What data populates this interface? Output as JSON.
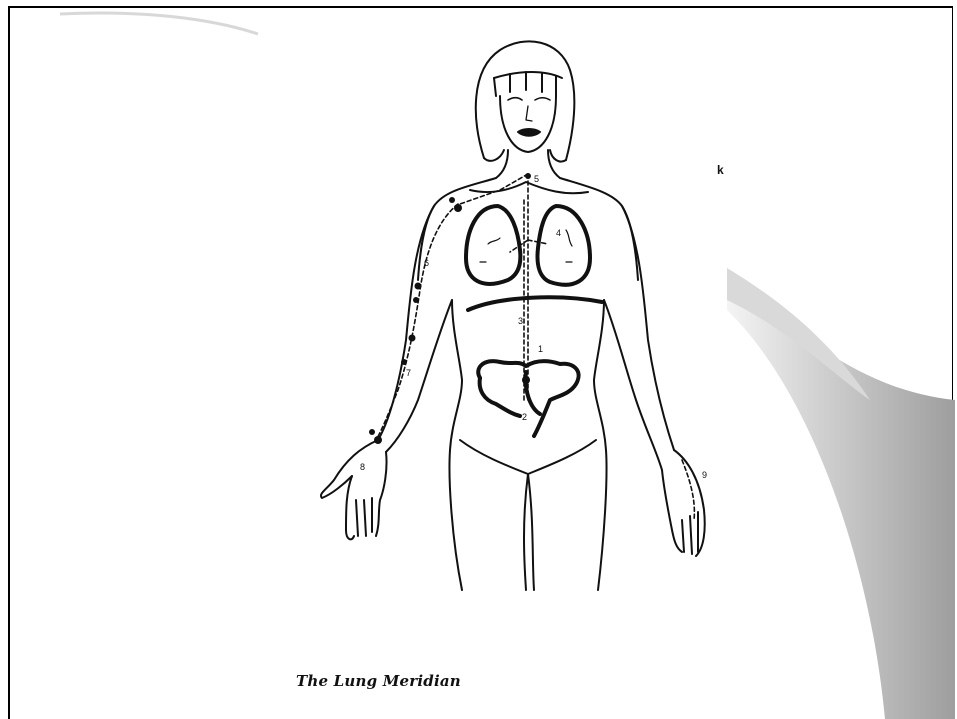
{
  "slide": {
    "caption": "The Lung Meridian",
    "stray_mark": "k"
  },
  "figure": {
    "subject": "female-body-lung-meridian-line-drawing",
    "point_labels": [
      "1",
      "2",
      "3",
      "4",
      "5",
      "6",
      "7",
      "8",
      "9"
    ]
  },
  "colors": {
    "background": "#ffffff",
    "ink": "#111111",
    "page_curl_shadow": "#b0b0b0"
  }
}
